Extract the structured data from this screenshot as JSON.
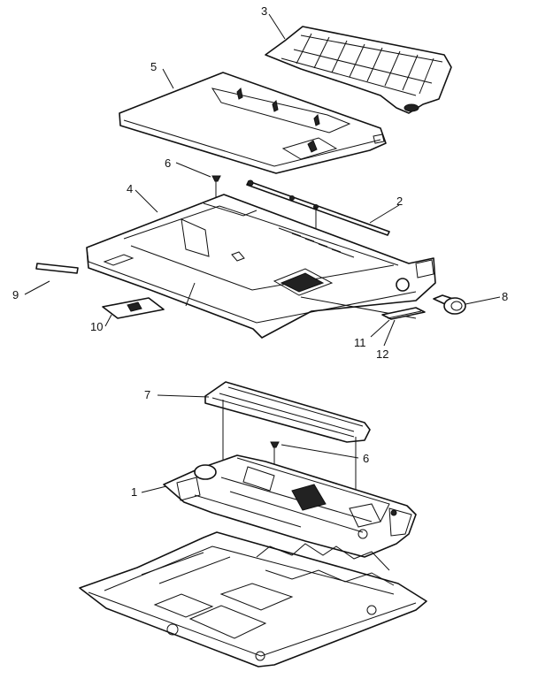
{
  "diagram": {
    "callouts": {
      "part_1": "1",
      "part_2": "2",
      "part_3": "3",
      "part_4": "4",
      "part_5": "5",
      "part_6_upper": "6",
      "part_6_lower": "6",
      "part_7": "7",
      "part_8": "8",
      "part_9": "9",
      "part_10": "10",
      "part_11": "11",
      "part_12": "12"
    }
  }
}
